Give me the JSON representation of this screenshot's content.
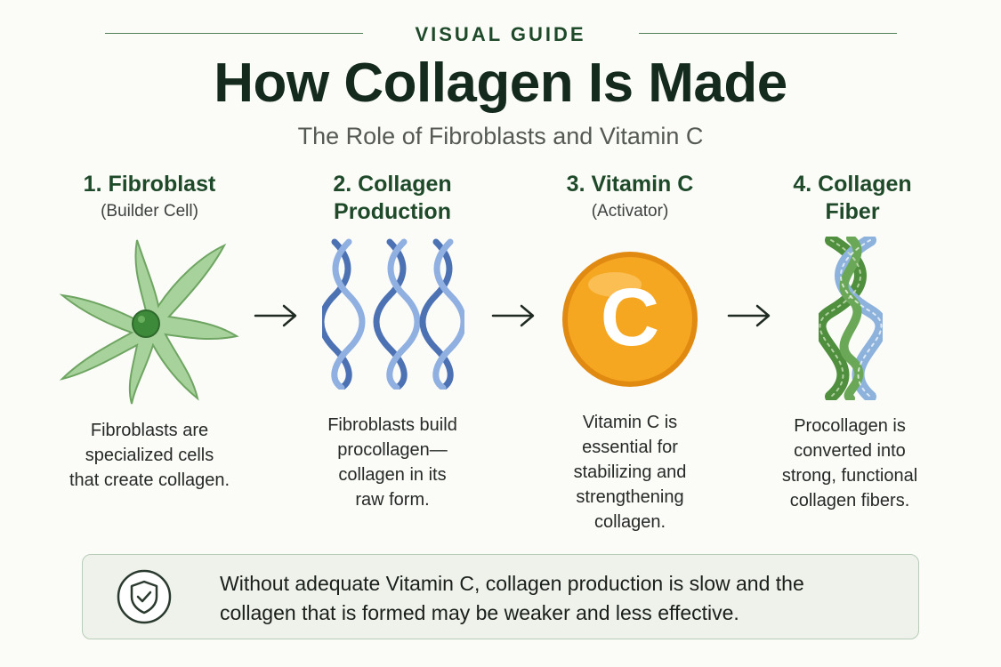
{
  "header": {
    "eyebrow": "VISUAL GUIDE",
    "title": "How Collagen Is Made",
    "subtitle": "The Role of Fibroblasts and Vitamin C"
  },
  "steps": [
    {
      "title_lines": [
        "1. Fibroblast"
      ],
      "subtitle": "(Builder Cell)",
      "description_lines": [
        "Fibroblasts are",
        "specialized cells",
        "that create collagen."
      ],
      "icon": "fibroblast-cell-icon"
    },
    {
      "title_lines": [
        "2. Collagen",
        "Production"
      ],
      "subtitle": "",
      "description_lines": [
        "Fibroblasts build",
        "procollagen—",
        "collagen in its",
        "raw form."
      ],
      "icon": "procollagen-strands-icon"
    },
    {
      "title_lines": [
        "3. Vitamin C"
      ],
      "subtitle": "(Activator)",
      "description_lines": [
        "Vitamin C is",
        "essential for",
        "stabilizing and",
        "strengthening",
        "collagen."
      ],
      "icon": "vitamin-c-icon",
      "badge_letter": "C"
    },
    {
      "title_lines": [
        "4. Collagen",
        "Fiber"
      ],
      "subtitle": "",
      "description_lines": [
        "Procollagen is",
        "converted into",
        "strong, functional",
        "collagen fibers."
      ],
      "icon": "collagen-fiber-icon"
    }
  ],
  "note": {
    "icon": "shield-check-icon",
    "text_lines": [
      "Without adequate Vitamin C, collagen production is slow and the",
      "collagen that is formed may be weaker and less effective."
    ]
  },
  "colors": {
    "accent_green": "#1f4a2a",
    "cell_green": "#9ccb8e",
    "strand_blue": "#5b82c0",
    "vitamin_orange": "#f3a11f",
    "fiber_green": "#5f9c4d",
    "note_background": "#eef2ea"
  }
}
